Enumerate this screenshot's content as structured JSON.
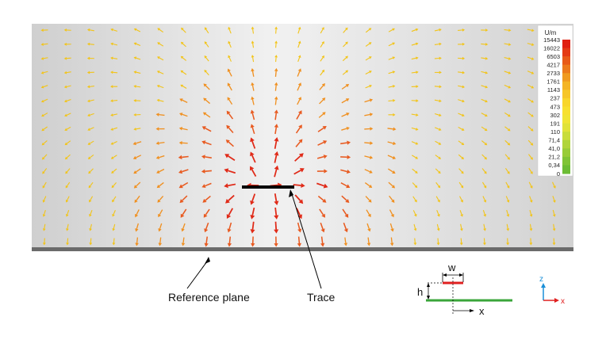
{
  "field_plot": {
    "columns": 23,
    "rows": 16,
    "colorbar": {
      "unit": "U/m",
      "labels": [
        "15443",
        "16022",
        "6503",
        "4217",
        "2733",
        "1761",
        "1143",
        "237",
        "473",
        "302",
        "191",
        "110",
        "71,4",
        "41,0",
        "21,2",
        "0,34",
        "0"
      ],
      "colors": [
        "#e02010",
        "#e43a14",
        "#e85a18",
        "#ec7a1c",
        "#f09a20",
        "#f4b424",
        "#f6c628",
        "#f8d62c",
        "#f7e030",
        "#f0e434",
        "#e0e238",
        "#c8dc3a",
        "#b0d43a",
        "#98cc38",
        "#80c436",
        "#6cbc34",
        "#5cb432"
      ]
    },
    "arrow_palette": {
      "weak": "#f2c418",
      "medium": "#f09020",
      "strong": "#e85a20",
      "max": "#e02a18"
    },
    "background": "#d4d4d4",
    "ground_color": "#6b6b6b"
  },
  "annotations": {
    "reference_plane": "Reference plane",
    "trace": "Trace"
  },
  "inset": {
    "w_label": "w",
    "h_label": "h",
    "x_label": "x",
    "trace_color": "#e02020",
    "plane_color": "#3aa53a"
  },
  "axes_gizmo": {
    "z_label": "z",
    "x_label": "x",
    "z_color": "#1a8fd8",
    "x_color": "#e02020"
  }
}
